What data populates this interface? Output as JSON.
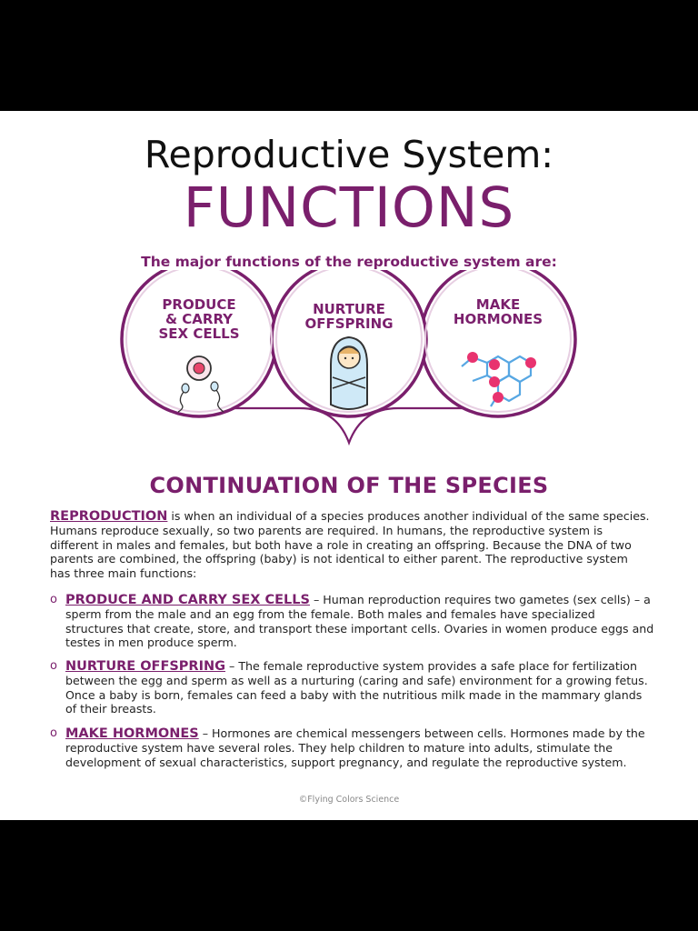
{
  "header": {
    "title": "Reproductive System:",
    "headline": "FUNCTIONS",
    "intro": "The major functions of the reproductive system are:"
  },
  "diagram": {
    "circles": [
      {
        "label": "PRODUCE\n& CARRY\nSEX CELLS",
        "icon": "sperm-egg-icon"
      },
      {
        "label": "NURTURE\nOFFSPRING",
        "icon": "swaddled-baby-icon"
      },
      {
        "label": "MAKE\nHORMONES",
        "icon": "molecule-icon"
      }
    ],
    "conclusion": "CONTINUATION OF THE SPECIES"
  },
  "intro_paragraph": {
    "term": "REPRODUCTION",
    "text": " is when an individual of a species produces another individual of the same species.  Humans reproduce sexually, so two parents are required.  In humans, the reproductive system is different in males and females, but both have a role in creating an offspring.  Because the DNA of two parents are combined, the offspring (baby) is not identical to either parent.  The reproductive system has three main functions:"
  },
  "bullets": [
    {
      "mark": "o",
      "term": "PRODUCE AND CARRY SEX CELLS",
      "text": " – Human reproduction requires two gametes (sex cells) – a sperm from the male and an egg from the female.  Both males and females have specialized structures that create, store, and transport these important cells.  Ovaries in women produce eggs and testes in men produce sperm."
    },
    {
      "mark": "o",
      "term": "NURTURE OFFSPRING",
      "text": " – The female reproductive system provides a safe place for fertilization between the egg and sperm as well as a nurturing (caring and safe) environment for a growing fetus.  Once a baby is born, females can feed a baby with the nutritious milk made in the mammary glands of their breasts."
    },
    {
      "mark": "o",
      "term": "MAKE HORMONES",
      "text": " – Hormones are chemical messengers between cells.  Hormones made by the reproductive system have several roles.  They help children to mature into adults, stimulate the development of sexual characteristics, support pregnancy, and regulate the reproductive system."
    }
  ],
  "footer": "©Flying Colors Science",
  "colors": {
    "accent": "#7a1f6c",
    "background": "#000000",
    "page": "#ffffff"
  }
}
